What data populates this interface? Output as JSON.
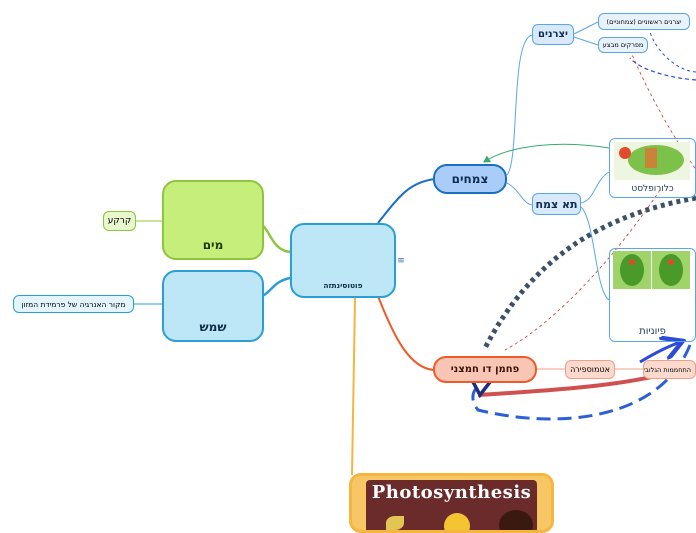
{
  "center": {
    "label": "פוטוסינתזה"
  },
  "left": {
    "water": {
      "label": "מים",
      "child": "קרקע"
    },
    "sun": {
      "label": "שמש",
      "child": "מקור האנרגיה של פרמידת המזון"
    }
  },
  "right": {
    "plants": {
      "label": "צמחים"
    },
    "producers": {
      "label": "יצרנים",
      "children": [
        "יצרנים ראשוניים (צמחוניים)",
        "מפרקים מבצע"
      ]
    },
    "plant_cell": {
      "label": "תא צמח"
    },
    "chloroplast": {
      "label": "כלורופלסט"
    },
    "stomata": {
      "label": "פיוניות"
    },
    "co2": {
      "label": "פחמן דו חמצני"
    },
    "atmosphere": {
      "label": "אטמוספירה"
    },
    "warming": {
      "label": "התחממות הגלובלית"
    }
  },
  "title_card": {
    "text": "Photosynthesis"
  },
  "menu_icon": "≡",
  "colors": {
    "water": "#c5ee7b",
    "sun": "#bde6f7",
    "center": "#bde6f7",
    "plants": "#a9cdf8",
    "co2": "#f9c6b5",
    "title": "#f7c766"
  }
}
